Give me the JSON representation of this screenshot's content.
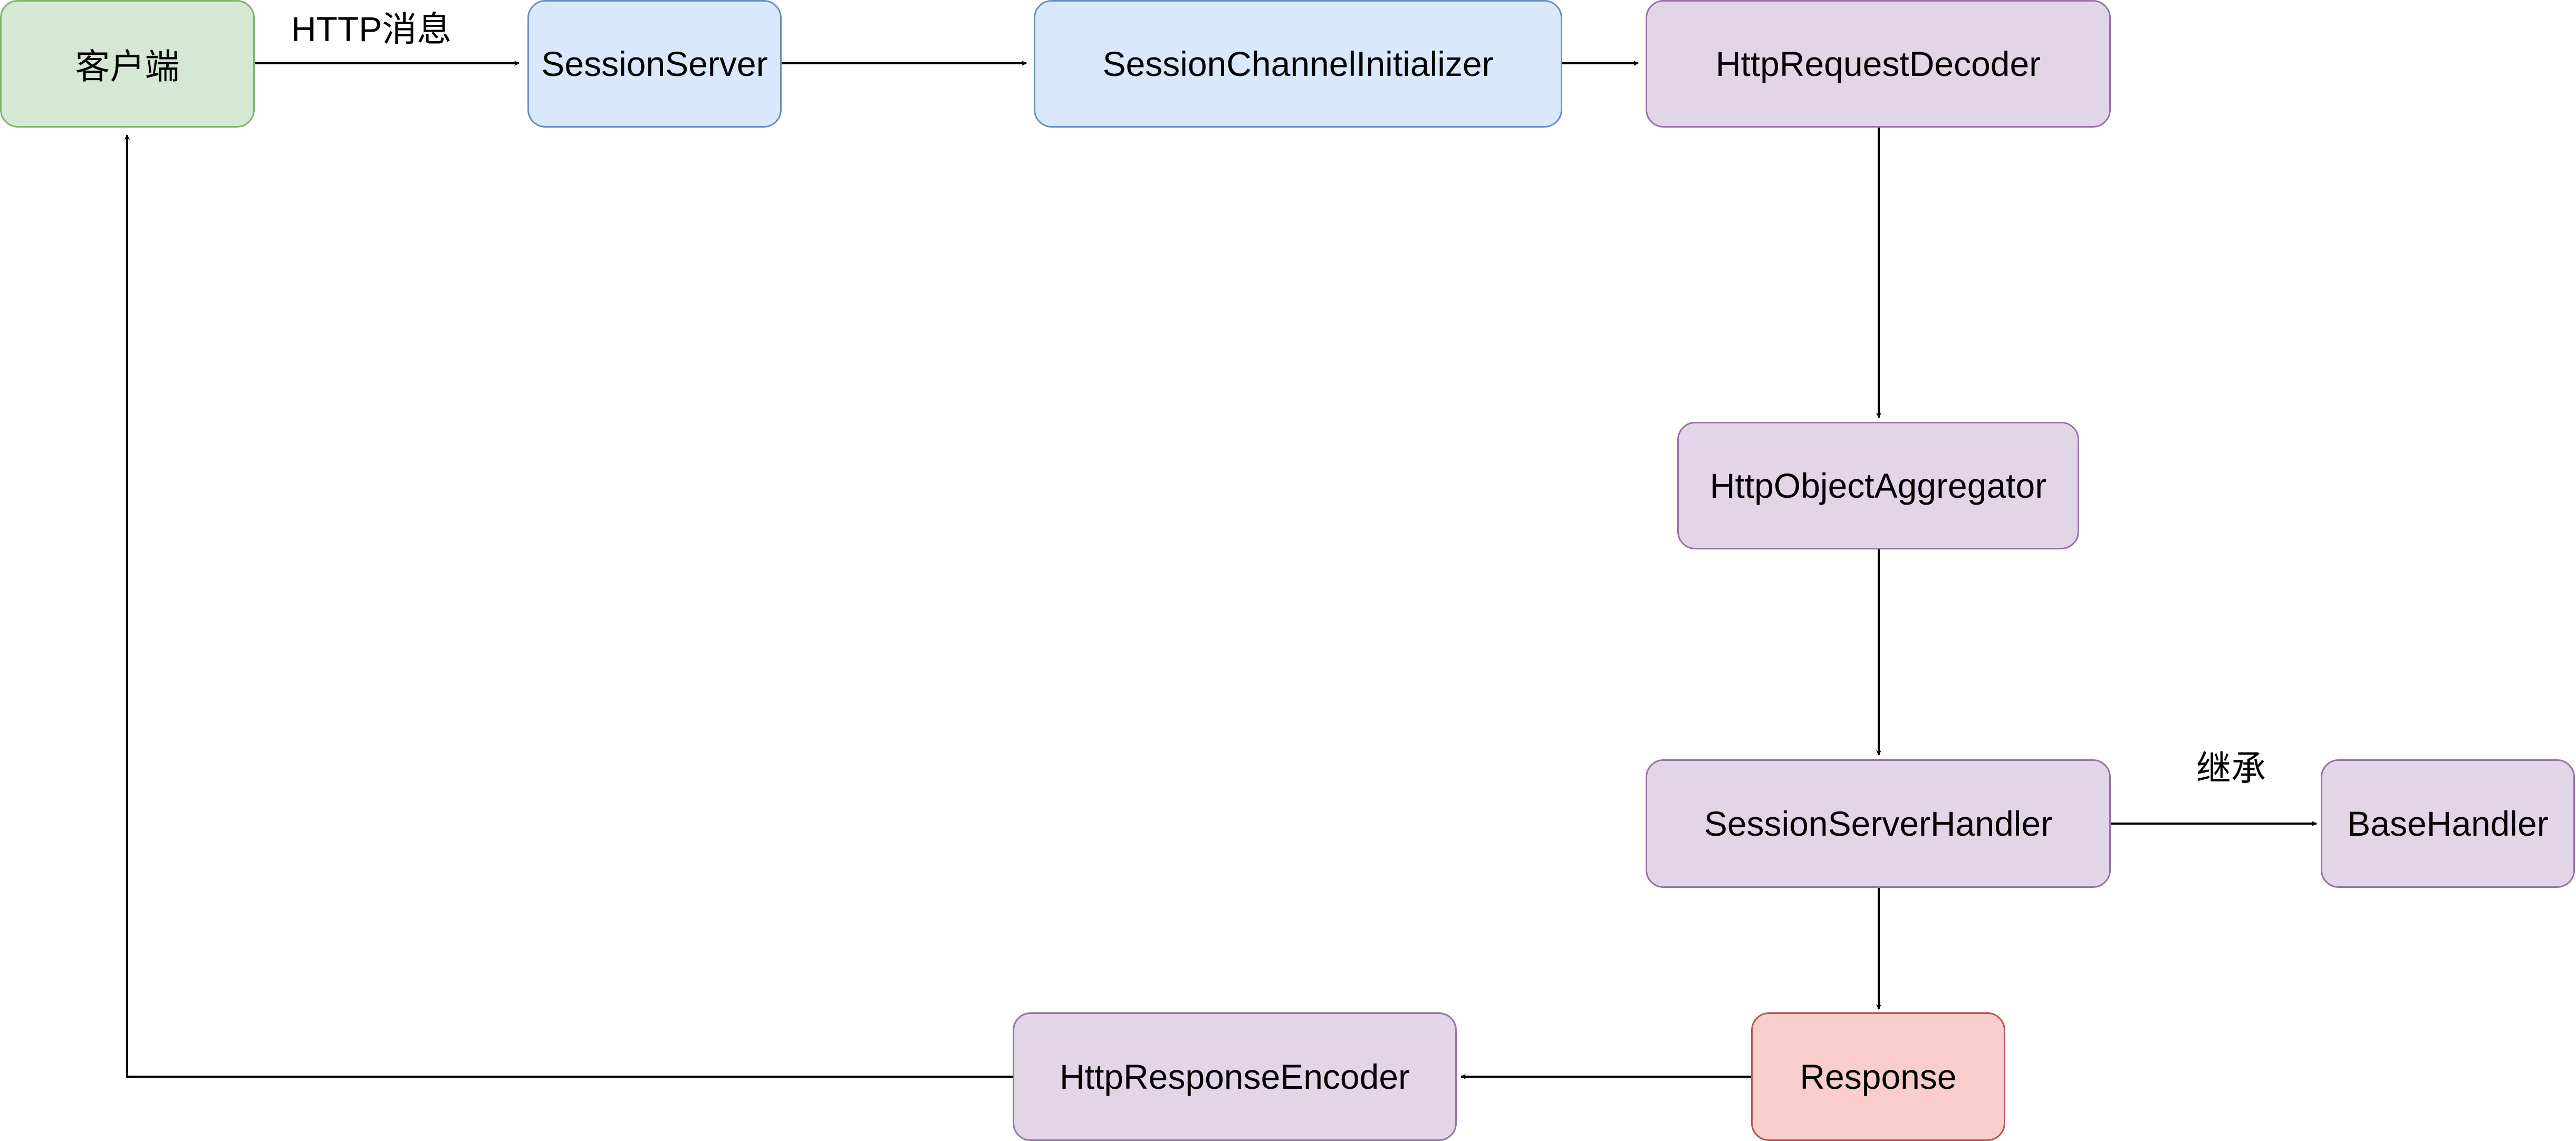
{
  "colors": {
    "green_fill": "#d5e8d4",
    "green_stroke": "#82b366",
    "blue_fill": "#dae8fc",
    "blue_stroke": "#6c8ebf",
    "purple_fill": "#e1d5e7",
    "purple_stroke": "#9673a6",
    "red_fill": "#f8cecc",
    "red_stroke": "#b85450",
    "edge": "#000000"
  },
  "nodes": {
    "client": "客户端",
    "session_server": "SessionServer",
    "session_channel_initializer": "SessionChannelInitializer",
    "http_request_decoder": "HttpRequestDecoder",
    "http_object_aggregator": "HttpObjectAggregator",
    "session_server_handler": "SessionServerHandler",
    "base_handler": "BaseHandler",
    "response": "Response",
    "http_response_encoder": "HttpResponseEncoder"
  },
  "edge_labels": {
    "http_message": "HTTP消息",
    "inherit": "继承"
  }
}
